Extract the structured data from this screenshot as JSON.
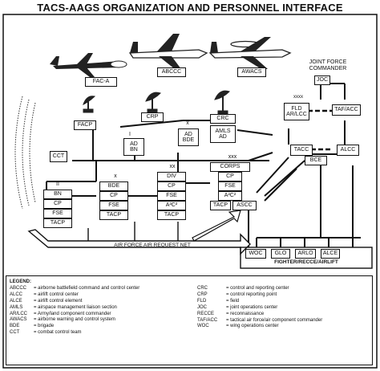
{
  "title": "TACS-AAGS ORGANIZATION AND PERSONNEL INTERFACE",
  "aircraft": {
    "faca": "FAC-A",
    "abccc": "ABCCC",
    "awacs": "AWACS"
  },
  "nodes": {
    "facp": "FACP",
    "crp": "CRP",
    "crc": "CRC",
    "amls_ad": "AMLS\nAD",
    "jfc": "JOINT FORCE\nCOMMANDER",
    "jfc_box": "JOC",
    "fld": "FLD\nAR/LCC",
    "taf_acc": "TAF/ACC",
    "xxxx": "xxxx",
    "x_mark": "x",
    "xx_mark": "xx",
    "xxx_mark": "xxx",
    "i_mark": "I",
    "ii_mark": "II",
    "ad_bn": "AD\nBN",
    "ad_bde": "AD\nBDE",
    "cct": "CCT",
    "bn": [
      "BN",
      "CP",
      "FSE",
      "TACP"
    ],
    "bde": [
      "BDE",
      "CP",
      "FSE",
      "TACP"
    ],
    "div": [
      "DIV",
      "CP",
      "FSE",
      "A²C²",
      "TACP"
    ],
    "corps": [
      "CORPS",
      "CP",
      "FSE",
      "A²C²"
    ],
    "corps_tacp": "TACP",
    "ascc": "ASCC",
    "tacc": "TACC",
    "bce": "BCE",
    "alcc": "ALCC",
    "net": "AIR FORCE AIR REQUEST NET",
    "wings": [
      "WOC",
      "GLO",
      "ARLO",
      "ALCE"
    ],
    "wing_caption": "FIGHTER/RECCE/AIRLIFT"
  },
  "legend": {
    "header": "LEGEND:",
    "left": [
      [
        "ABCCC",
        "= airborne battlefield command and control center"
      ],
      [
        "ALCC",
        "= airlift control center"
      ],
      [
        "ALCE",
        "= airlift control element"
      ],
      [
        "AMLS",
        "= airspace management liaison section"
      ],
      [
        "AR/LCC",
        "= Army/land component commander"
      ],
      [
        "AWACS",
        "= airborne warning and control system"
      ],
      [
        "BDE",
        "= brigade"
      ],
      [
        "CCT",
        "= combat control team"
      ]
    ],
    "right": [
      [
        "CRC",
        "= control and reporting center"
      ],
      [
        "CRP",
        "= control reporting point"
      ],
      [
        "FLD",
        "= field"
      ],
      [
        "JOC",
        "= joint operations center"
      ],
      [
        "RECCE",
        "= reconnaissance"
      ],
      [
        "TAF/ACC",
        "= tactical air force/air component commander"
      ],
      [
        "WOC",
        "= wing operations center"
      ]
    ]
  }
}
